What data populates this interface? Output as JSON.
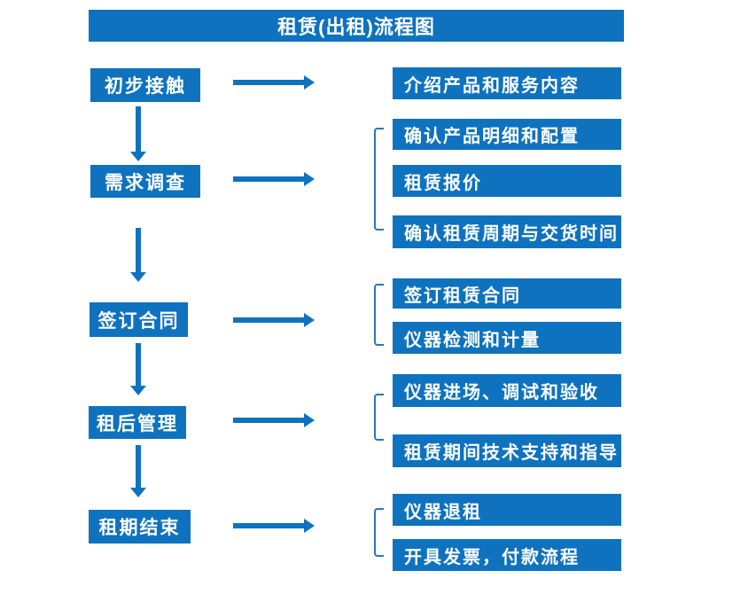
{
  "title": "租赁(出租)流程图",
  "colors": {
    "primary": "#0E72BF",
    "bracket": "#2E75B6",
    "text_on_primary": "#FFFFFF",
    "background": "#FFFFFF"
  },
  "flow": [
    {
      "step": "初步接触",
      "details": [
        "介绍产品和服务内容"
      ]
    },
    {
      "step": "需求调查",
      "details": [
        "确认产品明细和配置",
        "租赁报价",
        "确认租赁周期与交货时间"
      ]
    },
    {
      "step": "签订合同",
      "details": [
        "签订租赁合同",
        "仪器检测和计量"
      ]
    },
    {
      "step": "租后管理",
      "details": [
        "仪器进场、调试和验收",
        "租赁期间技术支持和指导"
      ]
    },
    {
      "step": "租期结束",
      "details": [
        "仪器退租",
        "开具发票，付款流程"
      ]
    }
  ]
}
